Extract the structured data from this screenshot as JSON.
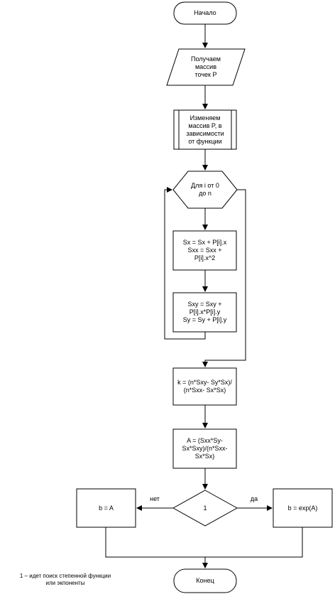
{
  "flowchart": {
    "start": "Начало",
    "input": "Получаем\nмассив\nточек P",
    "process_modify": "Изменяем\nмассив P, в\nзависимости\nот функции",
    "loop": "Для i от 0\nдо n",
    "sum_x": "Sx = Sx + P[i].x\nSxx = Sxx +\nP[i].x^2",
    "sum_y": "Sxy = Sxy +\nP[i].x*P[i].y\nSy = Sy + P[i].y",
    "calc_k": "k = (n*Sxy- Sy*Sx)/\n(n*Sxx- Sx*Sx)",
    "calc_a": "A = (Sxx*Sy-\nSx*Sxy)/(n*Sxx-\nSx*Sx)",
    "decision": "1",
    "branch_no_label": "нет",
    "branch_yes_label": "да",
    "assign_b_no": "b = A",
    "assign_b_yes": "b = exp(A)",
    "end": "Конец",
    "footnote": "1 – идет поиск степенной функции\nили экпоненты"
  }
}
